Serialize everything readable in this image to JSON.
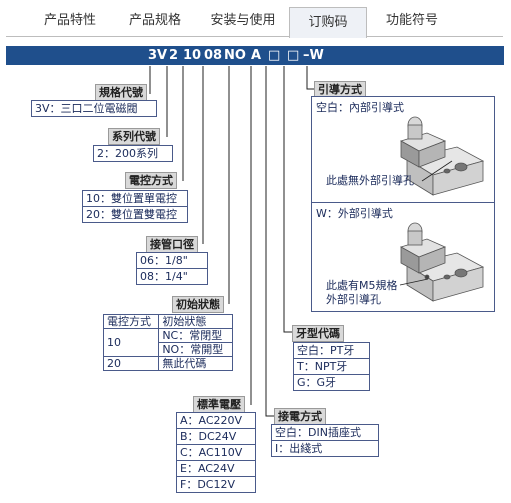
{
  "tabs": [
    {
      "label": "产品特性"
    },
    {
      "label": "产品规格"
    },
    {
      "label": "安装与使用"
    },
    {
      "label": "订购码"
    },
    {
      "label": "功能符号"
    }
  ],
  "code": {
    "c1": "3V",
    "c2": "2",
    "c3": "10",
    "c4": "08",
    "c5": "NO",
    "c6": "A",
    "c7": "□",
    "c8": "□",
    "c9": "–W"
  },
  "spec": {
    "title": "規格代號",
    "value": "3V：三口二位電磁閥"
  },
  "series": {
    "title": "系列代號",
    "value": "2：200系列"
  },
  "control": {
    "title": "電控方式",
    "rows": [
      "10：雙位置單電控",
      "20：雙位置雙電控"
    ]
  },
  "port": {
    "title": "接管口徑",
    "rows": [
      "06：1/8\"",
      "08：1/4\""
    ]
  },
  "initial": {
    "title": "初始狀態",
    "head": [
      "電控方式",
      "初始狀態"
    ],
    "r1_key": "10",
    "r1_a": "NC：常閉型",
    "r1_b": "NO：常開型",
    "r2_key": "20",
    "r2_v": "無此代碼"
  },
  "voltage": {
    "title": "標準電壓",
    "rows": [
      "A：AC220V",
      "B：DC24V",
      "C：AC110V",
      "E：AC24V",
      "F：DC12V"
    ]
  },
  "thread": {
    "title": "牙型代碼",
    "rows": [
      "空白：PT牙",
      "T：NPT牙",
      "G：G牙"
    ]
  },
  "connection": {
    "title": "接電方式",
    "rows": [
      "空白：DIN插座式",
      "I：出綫式"
    ]
  },
  "guide": {
    "title": "引導方式",
    "p1_title": "空白：內部引導式",
    "p1_note": "此處無外部引導孔",
    "p2_title": "W：外部引導式",
    "p2_note1": "此處有M5規格",
    "p2_note2": "外部引導孔"
  }
}
